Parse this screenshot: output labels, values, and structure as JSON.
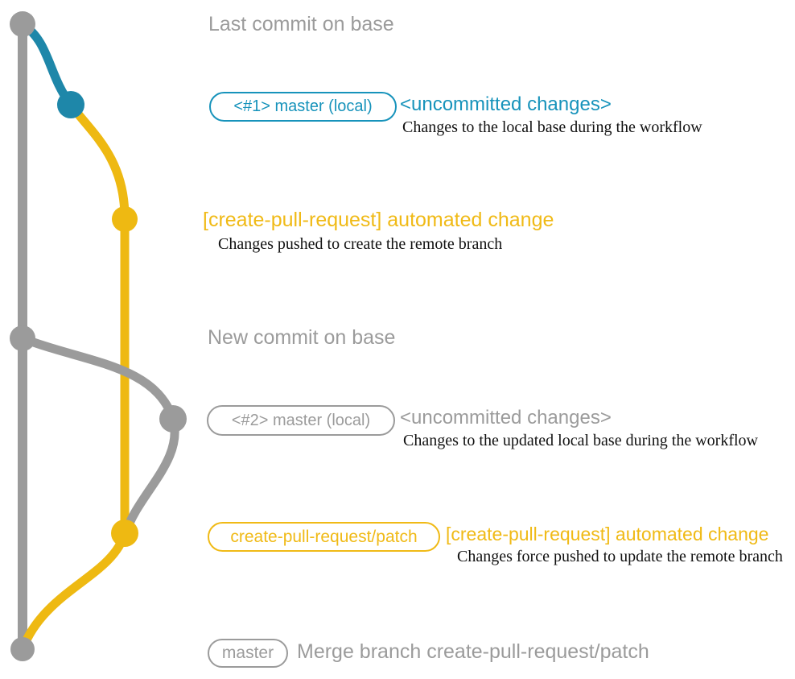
{
  "colors": {
    "gray": "#9b9b9b",
    "grayText": "#9b9b9b",
    "blue": "#1e87a9",
    "blueText": "#1793bb",
    "yellow": "#eeb912",
    "yellowText": "#f0ba16",
    "ink": "#111111"
  },
  "labels": {
    "row1": {
      "heading": "Last commit on base"
    },
    "row2": {
      "pill": "<#1> master (local)",
      "annotation": "<uncommitted changes>",
      "caption": "Changes to the local base during the workflow"
    },
    "row3": {
      "title": "[create-pull-request] automated change",
      "caption": "Changes pushed to create the remote branch"
    },
    "row4": {
      "heading": "New commit on base"
    },
    "row5": {
      "pill": "<#2> master (local)",
      "annotation": "<uncommitted changes>",
      "caption": "Changes to the updated local base during the workflow"
    },
    "row6": {
      "pill": "create-pull-request/patch",
      "title": "[create-pull-request] automated change",
      "caption": "Changes force pushed to update the remote branch"
    },
    "row7": {
      "pill": "master",
      "text": "Merge branch create-pull-request/patch"
    }
  }
}
